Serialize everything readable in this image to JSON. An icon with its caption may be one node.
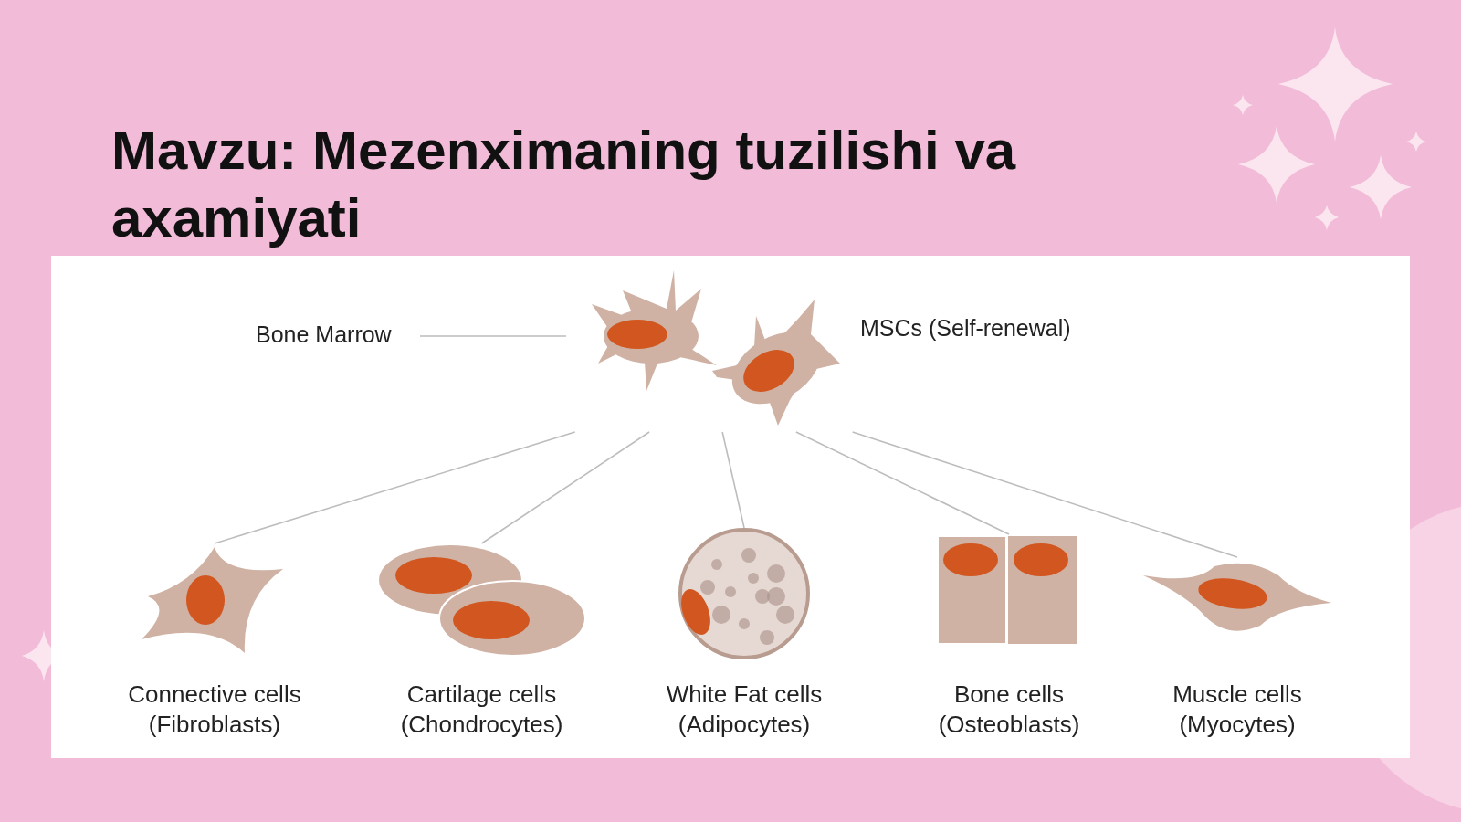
{
  "diagram": {
    "title": "Mavzu: Mezenximaning tuzilishi va axamiyati",
    "nodes": [
      {
        "text": [
          "Bone Marrow"
        ]
      },
      {
        "text": [],
        "shape": "picture",
        "beside": [
          "MSCs (Self-renewal)"
        ]
      },
      {
        "text": [
          "Connective cells (Fibroblasts)"
        ]
      },
      {
        "text": [
          "Cartilage cells (Chondrocytes)"
        ]
      },
      {
        "text": [
          "White Fat cells (Adipocytes)"
        ]
      },
      {
        "text": [
          "Bone cells (Osteoblasts)"
        ]
      },
      {
        "text": [
          "Muscle cells (Myocytes)"
        ]
      }
    ],
    "edges": [
      {
        "from": 0,
        "to": 1,
        "arrow": "none"
      },
      {
        "from": 1,
        "to": 2,
        "arrow": "none"
      },
      {
        "from": 1,
        "to": 3,
        "arrow": "none"
      },
      {
        "from": 1,
        "to": 4,
        "arrow": "none"
      },
      {
        "from": 1,
        "to": 5,
        "arrow": "none"
      },
      {
        "from": 1,
        "to": 6,
        "arrow": "none"
      }
    ]
  }
}
